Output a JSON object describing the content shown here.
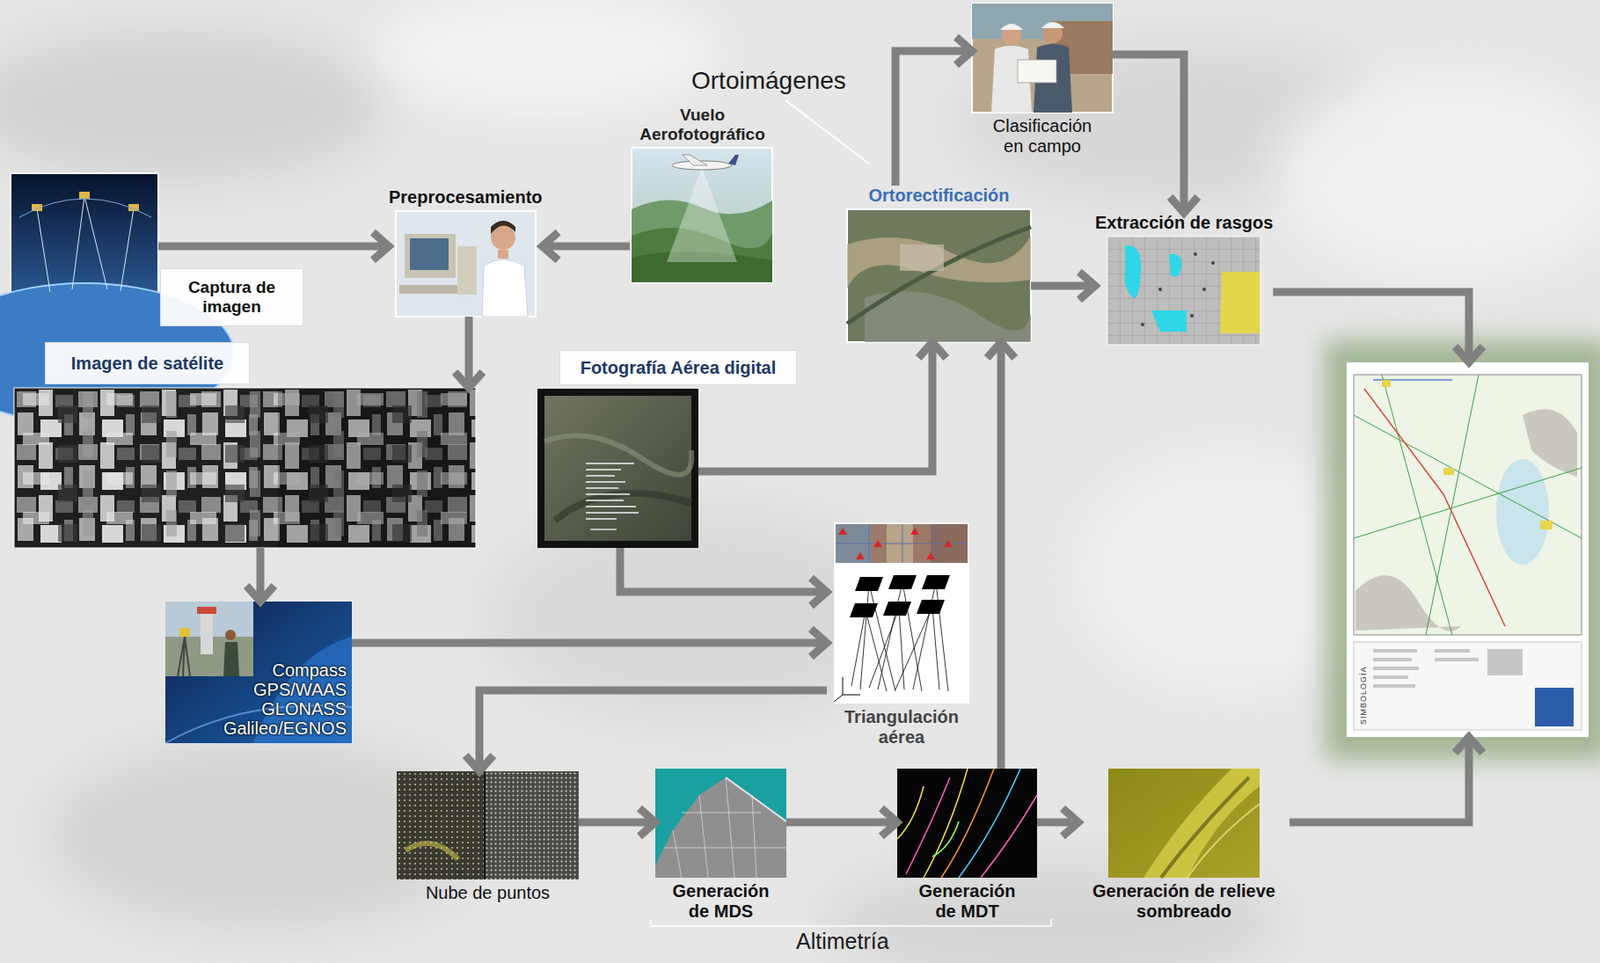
{
  "diagram": {
    "nodes": [
      {
        "text": [
          "Captura de imagen"
        ]
      },
      {
        "text": [
          "Preprocesamiento"
        ]
      },
      {
        "text": [
          "Vuelo Aerofotográfico"
        ]
      },
      {
        "text": [
          "Imagen de satélite"
        ]
      },
      {
        "text": [
          "Compass GPS/WAAS GLONASS Galileo/EGNOS"
        ]
      },
      {
        "text": [
          "Fotografía Aérea digital"
        ]
      },
      {
        "text": [
          "Triangulación aérea"
        ]
      },
      {
        "text": [
          "Ortorectificación"
        ]
      },
      {
        "text": [
          "Clasificación en campo"
        ]
      },
      {
        "text": [
          "Extracción de rasgos"
        ]
      },
      {
        "text": [
          "SIMBOLOGÍA"
        ]
      },
      {
        "text": [
          "Nube de puntos"
        ]
      },
      {
        "text": [
          "Generación de MDS"
        ]
      },
      {
        "text": [
          "Generación de MDT"
        ]
      },
      {
        "text": [
          "Generación de relieve sombreado"
        ]
      }
    ],
    "edges": [
      {
        "from": 0,
        "to": 1,
        "arrow": "to"
      },
      {
        "from": 2,
        "to": 1,
        "arrow": "to"
      },
      {
        "from": 1,
        "to": 3,
        "arrow": "to"
      },
      {
        "from": 3,
        "to": 4,
        "arrow": "to"
      },
      {
        "from": 4,
        "to": 6,
        "arrow": "to"
      },
      {
        "from": 5,
        "to": 6,
        "arrow": "to"
      },
      {
        "from": 5,
        "to": 7,
        "arrow": "to"
      },
      {
        "from": 6,
        "to": 11,
        "arrow": "to"
      },
      {
        "from": 11,
        "to": 12,
        "arrow": "to"
      },
      {
        "from": 12,
        "to": 13,
        "arrow": "to"
      },
      {
        "from": 13,
        "to": 7,
        "arrow": "to"
      },
      {
        "from": 13,
        "to": 14,
        "arrow": "to"
      },
      {
        "from": 7,
        "to": 8,
        "arrow": "to"
      },
      {
        "from": 8,
        "to": 9,
        "arrow": "to"
      },
      {
        "from": 7,
        "to": 9,
        "arrow": "to"
      },
      {
        "from": 9,
        "to": 10,
        "arrow": "to"
      },
      {
        "from": 14,
        "to": 10,
        "arrow": "to"
      }
    ],
    "labels": [
      "Ortoimágenes",
      "Altimetría"
    ]
  }
}
